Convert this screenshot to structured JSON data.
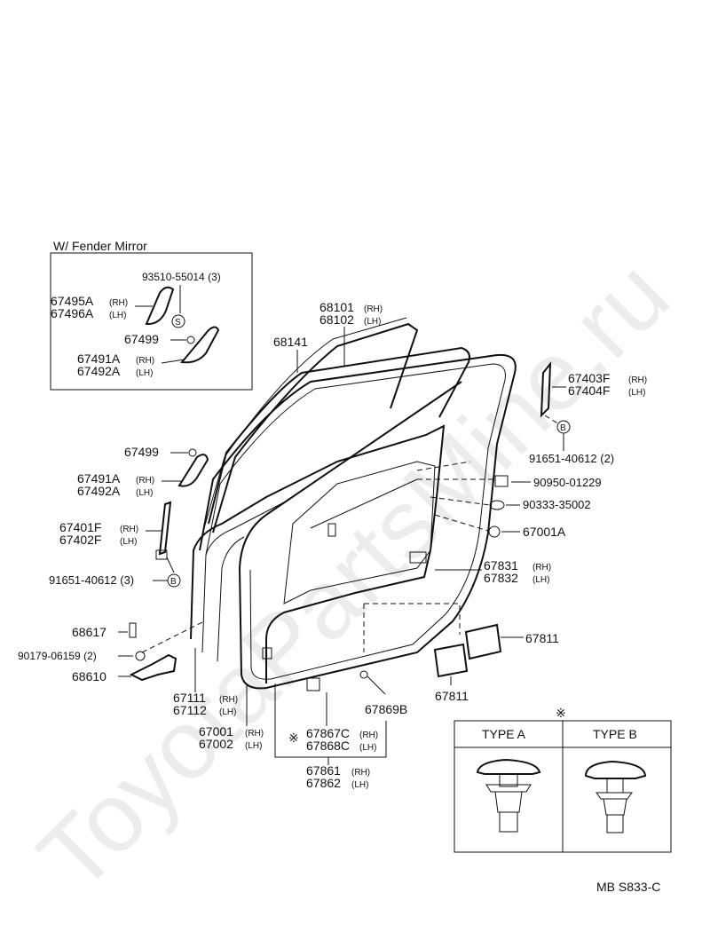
{
  "watermark": "ToyotaPartsMine.ru",
  "inset": {
    "title": "W/ Fender Mirror"
  },
  "mark_s": "S",
  "mark_b": "B",
  "star_glyph": "※",
  "labels": {
    "p93510": "93510-55014 (3)",
    "p67495a": "67495A",
    "p67496a": "67496A",
    "p67499_inset": "67499",
    "p67491a_inset": "67491A",
    "p67492a_inset": "67492A",
    "p68101": "68101",
    "p68102": "68102",
    "p68141": "68141",
    "p67403f": "67403F",
    "p67404f": "67404F",
    "p91651_right": "91651-40612 (2)",
    "p90950": "90950-01229",
    "p90333": "90333-35002",
    "p67001a": "67001A",
    "p67831": "67831",
    "p67832": "67832",
    "p67811_a": "67811",
    "p67811_b": "67811",
    "p67499": "67499",
    "p67491a": "67491A",
    "p67492a": "67492A",
    "p67401f": "67401F",
    "p67402f": "67402F",
    "p91651_left": "91651-40612 (3)",
    "p68617": "68617",
    "p90179": "90179-06159 (2)",
    "p68610": "68610",
    "p67111": "67111",
    "p67112": "67112",
    "p67001": "67001",
    "p67002": "67002",
    "p67867c": "67867C",
    "p67868c": "67868C",
    "p67869b": "67869B",
    "p67861": "67861",
    "p67862": "67862"
  },
  "side": {
    "rh": "(RH)",
    "lh": "(LH)"
  },
  "types": {
    "a": "TYPE A",
    "b": "TYPE B"
  },
  "footer": {
    "code": "MB  S833-C"
  }
}
